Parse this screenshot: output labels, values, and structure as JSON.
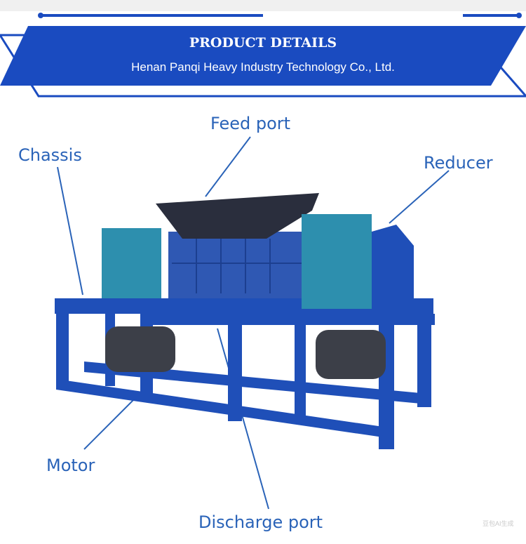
{
  "header": {
    "title": "PRODUCT DETAILS",
    "subtitle": "Henan Panqi Heavy Industry Technology Co., Ltd."
  },
  "labels": {
    "feed_port": "Feed port",
    "chassis": "Chassis",
    "reducer": "Reducer",
    "motor": "Motor",
    "discharge_port": "Discharge port"
  },
  "watermark": "豆包AI生成",
  "colors": {
    "brand_blue": "#1a4bc0",
    "label_blue": "#2a63b8",
    "frame_blue": "#1f4fb8",
    "reducer_teal": "#2d8fae"
  }
}
